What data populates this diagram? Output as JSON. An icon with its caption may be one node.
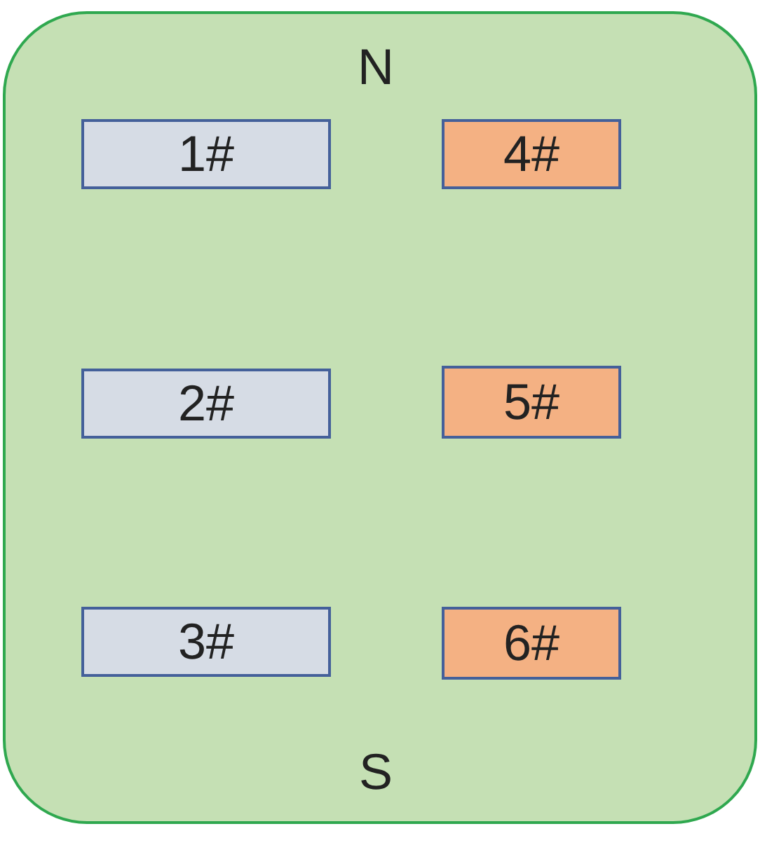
{
  "diagram": {
    "nodes": [
      {
        "text": [],
        "shape": "box"
      },
      {
        "text": [
          "1#"
        ],
        "in": 0
      },
      {
        "text": [
          "2#"
        ],
        "in": 0
      },
      {
        "text": [
          "3#"
        ],
        "in": 0
      },
      {
        "text": [
          "4#"
        ],
        "in": 0
      },
      {
        "text": [
          "5#"
        ],
        "in": 0
      },
      {
        "text": [
          "6#"
        ],
        "in": 0
      }
    ],
    "labels": [
      "N",
      "S"
    ]
  }
}
